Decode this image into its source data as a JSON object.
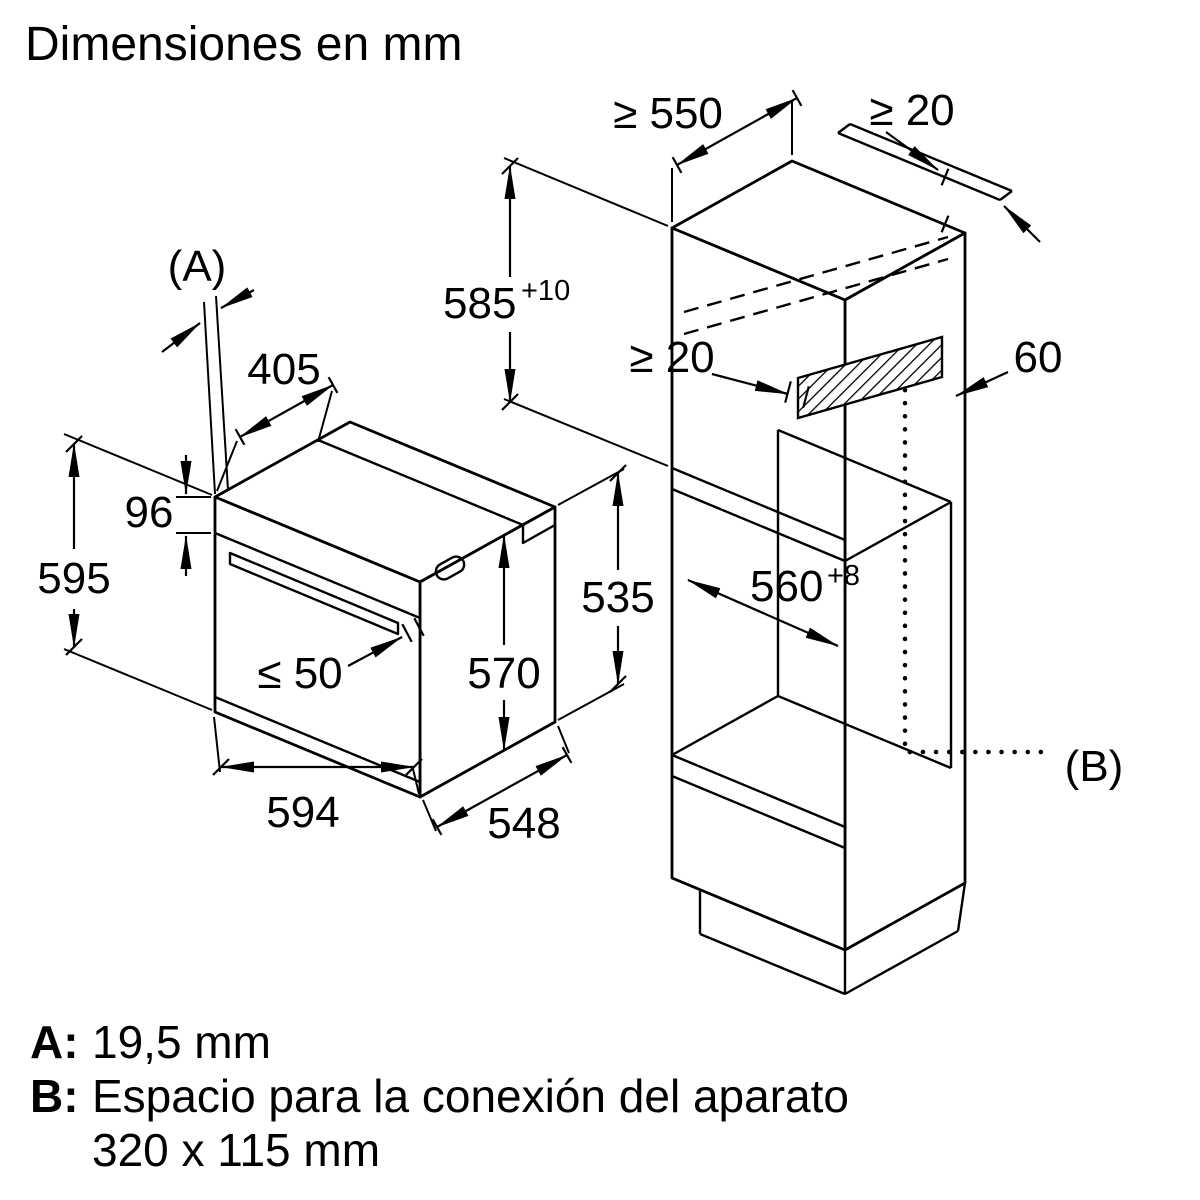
{
  "title": "Dimensiones en mm",
  "colors": {
    "line": "#000000",
    "background": "#ffffff"
  },
  "oven": {
    "ref_label": "(A)",
    "dims": {
      "top_depth": "405",
      "panel_height": "96",
      "height": "595",
      "handle_clearance": "≤ 50",
      "front_height": "570",
      "body_height": "535",
      "width": "594",
      "body_depth": "548"
    }
  },
  "cabinet": {
    "ref_label": "(B)",
    "dims": {
      "min_depth": "≥ 550",
      "wall_gap": "≥ 20",
      "niche_height": {
        "value": "585",
        "tolerance": "+10"
      },
      "rear_gap": "≥ 20",
      "connection_depth": "60",
      "niche_width": {
        "value": "560",
        "tolerance": "+8"
      }
    }
  },
  "legend": {
    "a_prefix": "A:",
    "a_text": "19,5 mm",
    "b_prefix": "B:",
    "b_line1": "Espacio para la conexión del aparato",
    "b_line2": "320 x 115 mm"
  }
}
